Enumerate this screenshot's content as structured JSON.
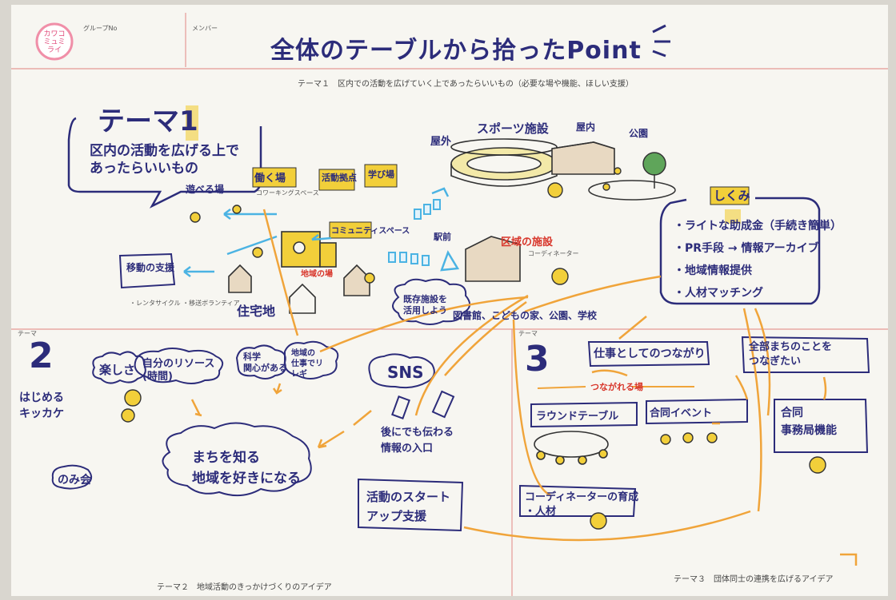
{
  "header": {
    "logo": "カワコミュミライ",
    "group_label": "グループNo",
    "members_label": "メンバー",
    "title": "全体のテーブルから拾ったPoint"
  },
  "captions": {
    "theme1": "テーマ１　区内での活動を広げていく上であったらいいもの（必要な場や機能、ほしい支援）",
    "theme2": "テーマ２　地域活動のきっかけづくりのアイデア",
    "theme3": "テーマ３　団体同士の連携を広げるアイデア"
  },
  "theme1": {
    "heading": "テーマ1",
    "subheading": "区内の活動を広げる上で\nあったらいいもの",
    "labels": {
      "outdoor": "屋外",
      "sports": "スポーツ施設",
      "indoor": "屋内",
      "park": "公園",
      "play": "遊べる場",
      "work": "働く場",
      "coworking": "コワーキングスペース",
      "base": "活動拠点",
      "learning": "学び場",
      "community": "コミュニティスペース",
      "local_place": "地域の場",
      "mobility": "移動の支援",
      "rental": "・レンタサイクル ・移送ボランティア",
      "residential": "住宅地",
      "station": "駅前",
      "regional": "区域の施設",
      "coordinator": "コーディネーター",
      "existing": "既存施設を\n活用しよう",
      "facilities": "図書館、こどもの家、公園、学校"
    }
  },
  "mechanism": {
    "heading": "しくみ",
    "items": [
      "・ライトな助成金（手続き簡単）",
      "・PR手段 → 情報アーカイブ",
      "・地域情報提供",
      "・人材マッチング"
    ]
  },
  "theme2": {
    "tag": "テーマ",
    "number": "2",
    "start": "はじめる\nキッカケ",
    "fun": "楽しさ",
    "resources": "自分のリソース\n(時間)",
    "interest": "科学\n関心がある",
    "local_work": "地域の\n仕事でリ\nレギ",
    "love_town": "まちを知る\n地域を好きになる",
    "drinking": "のみ会",
    "sns": "SNS",
    "info": "後にでも伝わる\n情報の入口",
    "startup": "活動のスタート\nアップ支援"
  },
  "theme3": {
    "tag": "テーマ",
    "number": "3",
    "network": "仕事としてのつながり",
    "know_each": "全部まちのことを\nつなぎたい",
    "connect_place": "つながれる場",
    "round_table": "ラウンドテーブル",
    "joint_event": "合同イベント",
    "joint_office": "合同\n事務局機能",
    "coordinator": "コーディネーターの育成\n・人材"
  }
}
